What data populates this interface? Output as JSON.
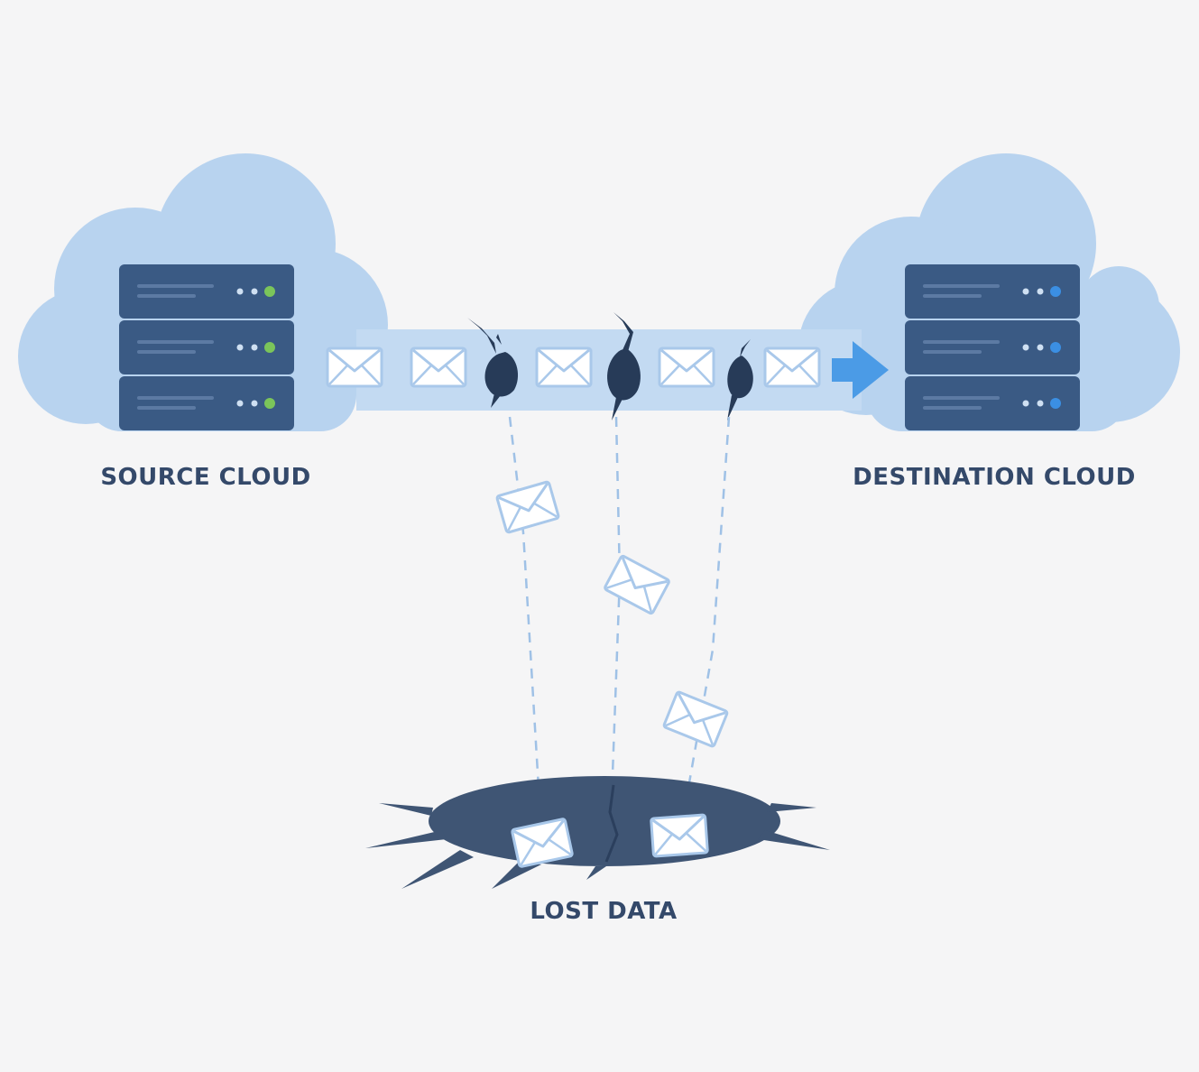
{
  "labels": {
    "source": "SOURCE CLOUD",
    "destination": "DESTINATION CLOUD",
    "lost": "LOST DATA"
  },
  "colors": {
    "background": "#f5f5f6",
    "cloud": "#b8d3ef",
    "pipe": "#c3daf2",
    "server": "#3a5a84",
    "server_line": "#5c7aa3",
    "label": "#34496a",
    "source_led": "#7bc55a",
    "destination_led": "#3b8fe3",
    "led_dim": "#cfe0f2",
    "arrow": "#4b9be6",
    "crack": "#273b58",
    "hole": "#3f5574",
    "envelope_stroke": "#a9c8ea",
    "envelope_fill": "#ffffff",
    "dash": "#9fc1e6"
  },
  "icons": {
    "server": "server-rack-icon",
    "envelope": "envelope-icon",
    "arrow": "arrow-right-icon"
  }
}
